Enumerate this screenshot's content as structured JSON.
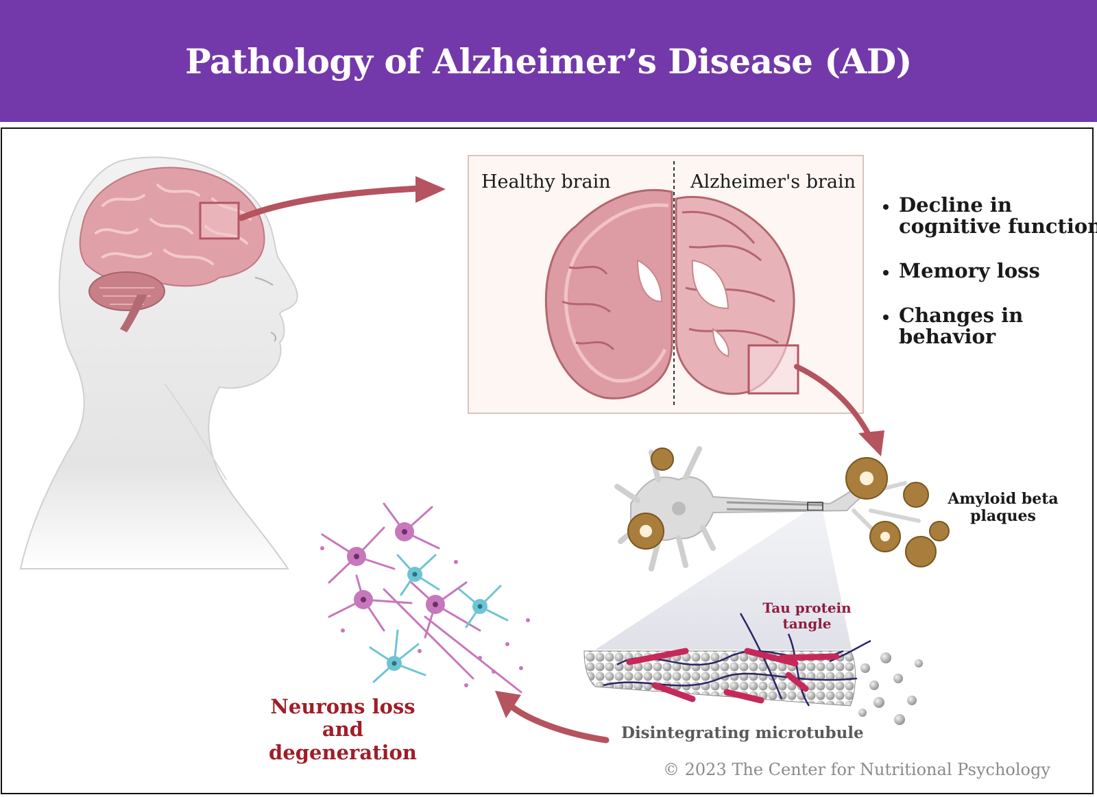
{
  "title": "Pathology of Alzheimer’s Disease (AD)",
  "panel": {
    "healthy_label": "Healthy brain",
    "alzheimer_label": "Alzheimer's  brain"
  },
  "symptoms": [
    "Decline in cognitive function",
    "Memory loss",
    "Changes in behavior"
  ],
  "labels": {
    "amyloid": "Amyloid beta plaques",
    "tau": "Tau protein tangle",
    "microtubule": "Disintegrating microtubule",
    "neurons": "Neurons loss and degeneration"
  },
  "copyright": "© 2023 The Center for Nutritional Psychology",
  "colors": {
    "header": "#7339ab",
    "arrow": "#b5535e",
    "brain": "#d9919a",
    "neuron_pink": "#c777bb",
    "neuron_cyan": "#6ec4d4",
    "plaque": "#a07a3a",
    "tau": "#c7285a"
  }
}
